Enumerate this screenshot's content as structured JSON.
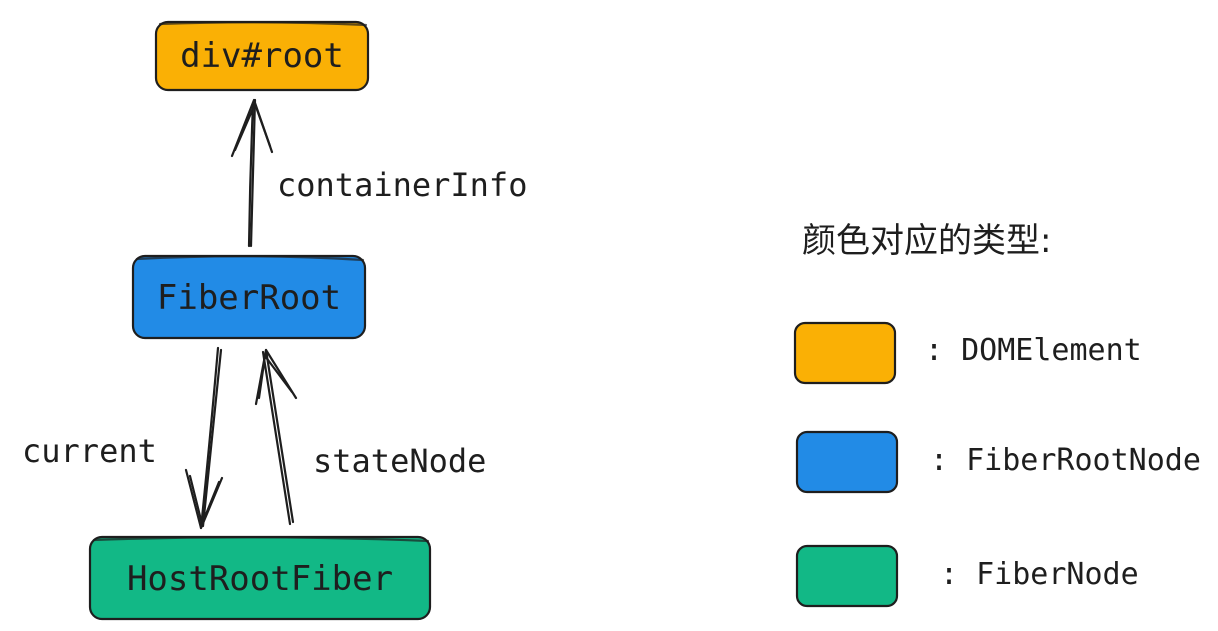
{
  "nodes": {
    "div_root": {
      "label": "div#root"
    },
    "fiber_root": {
      "label": "FiberRoot"
    },
    "host_root_fiber": {
      "label": "HostRootFiber"
    }
  },
  "edges": {
    "container_info": {
      "label": "containerInfo"
    },
    "current": {
      "label": "current"
    },
    "state_node": {
      "label": "stateNode"
    }
  },
  "legend": {
    "title": "颜色对应的类型:",
    "items": [
      {
        "label": ": DOMElement",
        "color": "#fab005"
      },
      {
        "label": ": FiberRootNode",
        "color": "#228be6"
      },
      {
        "label": ": FiberNode",
        "color": "#12b886"
      }
    ]
  },
  "colors": {
    "dom_element": "#fab005",
    "fiber_root_node": "#228be6",
    "fiber_node": "#12b886",
    "stroke": "#1e1e1e"
  }
}
